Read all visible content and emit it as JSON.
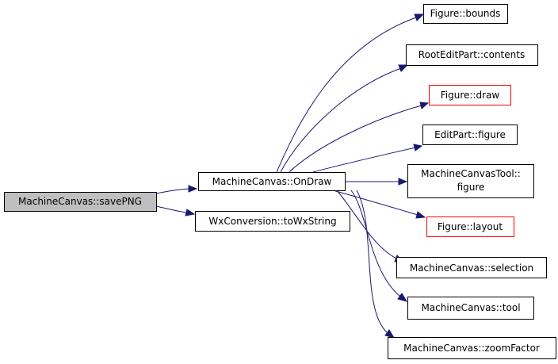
{
  "graph": {
    "nodes": {
      "save_png": {
        "label": "MachineCanvas::savePNG",
        "style": "root"
      },
      "on_draw": {
        "label": "MachineCanvas::OnDraw",
        "style": "plain"
      },
      "to_wx_string": {
        "label": "WxConversion::toWxString",
        "style": "plain"
      },
      "figure_bounds": {
        "label": "Figure::bounds",
        "style": "plain"
      },
      "root_edit_part_contents": {
        "label": "RootEditPart::contents",
        "style": "plain"
      },
      "figure_draw": {
        "label": "Figure::draw",
        "style": "red"
      },
      "edit_part_figure": {
        "label": "EditPart::figure",
        "style": "plain"
      },
      "machine_canvas_tool_figure": {
        "label_line1": "MachineCanvasTool::",
        "label_line2": "figure",
        "style": "plain"
      },
      "figure_layout": {
        "label": "Figure::layout",
        "style": "red"
      },
      "machine_canvas_selection": {
        "label": "MachineCanvas::selection",
        "style": "plain"
      },
      "machine_canvas_tool": {
        "label": "MachineCanvas::tool",
        "style": "plain"
      },
      "machine_canvas_zoom_factor": {
        "label": "MachineCanvas::zoomFactor",
        "style": "plain"
      }
    },
    "edges": [
      [
        "save_png",
        "on_draw"
      ],
      [
        "save_png",
        "to_wx_string"
      ],
      [
        "on_draw",
        "figure_bounds"
      ],
      [
        "on_draw",
        "root_edit_part_contents"
      ],
      [
        "on_draw",
        "figure_draw"
      ],
      [
        "on_draw",
        "edit_part_figure"
      ],
      [
        "on_draw",
        "machine_canvas_tool_figure"
      ],
      [
        "on_draw",
        "figure_layout"
      ],
      [
        "on_draw",
        "machine_canvas_selection"
      ],
      [
        "on_draw",
        "machine_canvas_tool"
      ],
      [
        "on_draw",
        "machine_canvas_zoom_factor"
      ]
    ],
    "colors": {
      "edge": "#191970",
      "root_fill": "#bfbfbf",
      "red_border": "#ff0000"
    }
  }
}
